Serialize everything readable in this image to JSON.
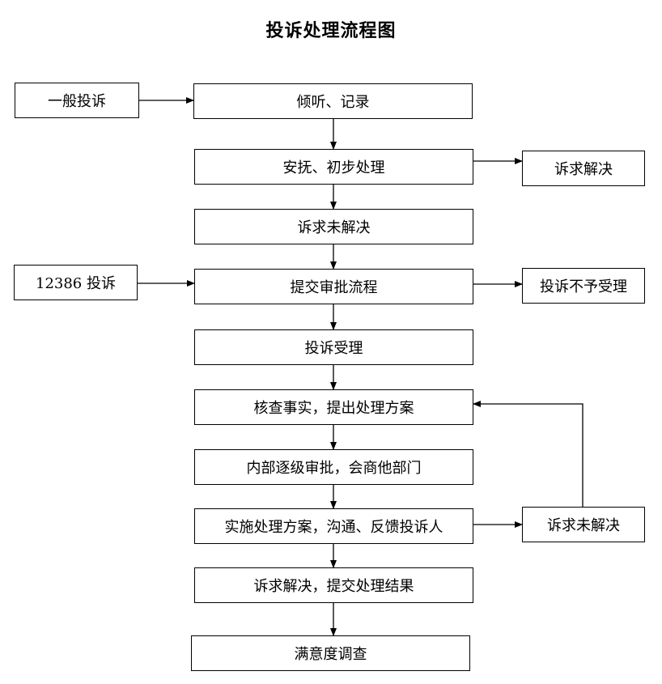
{
  "title": "投诉处理流程图",
  "nodes": {
    "general_complaint": "一般投诉",
    "listen_record": "倾听、记录",
    "appease_initial": "安抚、初步处理",
    "resolved_right": "诉求解决",
    "unresolved_1": "诉求未解决",
    "hotline_complaint": "12386 投诉",
    "submit_approval": "提交审批流程",
    "not_accepted": "投诉不予受理",
    "accepted": "投诉受理",
    "verify_propose": "核查事实，提出处理方案",
    "internal_approval": "内部逐级审批，会商他部门",
    "implement_feedback": "实施处理方案，沟通、反馈投诉人",
    "unresolved_2": "诉求未解决",
    "resolved_submit": "诉求解决，提交处理结果",
    "satisfaction_survey": "满意度调查"
  }
}
